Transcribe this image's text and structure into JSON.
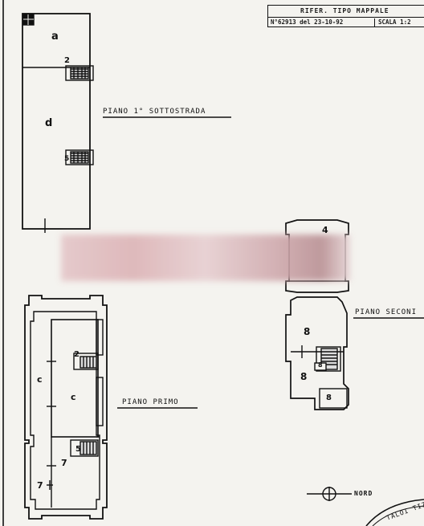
{
  "header": {
    "title": "RIFER. TIPO MAPPALE",
    "number": "N°62913 del 23-10-92",
    "scale": "SCALA 1:2"
  },
  "floors": {
    "basement": "PIANO 1° SOTTOSTRADA",
    "first": "PIANO PRIMO",
    "second": "PIANO SECONI"
  },
  "rooms": {
    "a": "a",
    "d": "d",
    "stair_basement_2": "2",
    "stair_basement_5": "5",
    "c_left": "c",
    "c_center": "c",
    "stair_first_2": "2",
    "stair_first_5": "5",
    "seven_center": "7",
    "seven_left": "7",
    "second_top": "4",
    "eight_top": "8",
    "eight_mid": "8",
    "eight_small": "8",
    "eight_bottom": "8"
  },
  "compass": {
    "label": "NORD"
  },
  "stamp": {
    "text": "TALOI TIZ"
  }
}
